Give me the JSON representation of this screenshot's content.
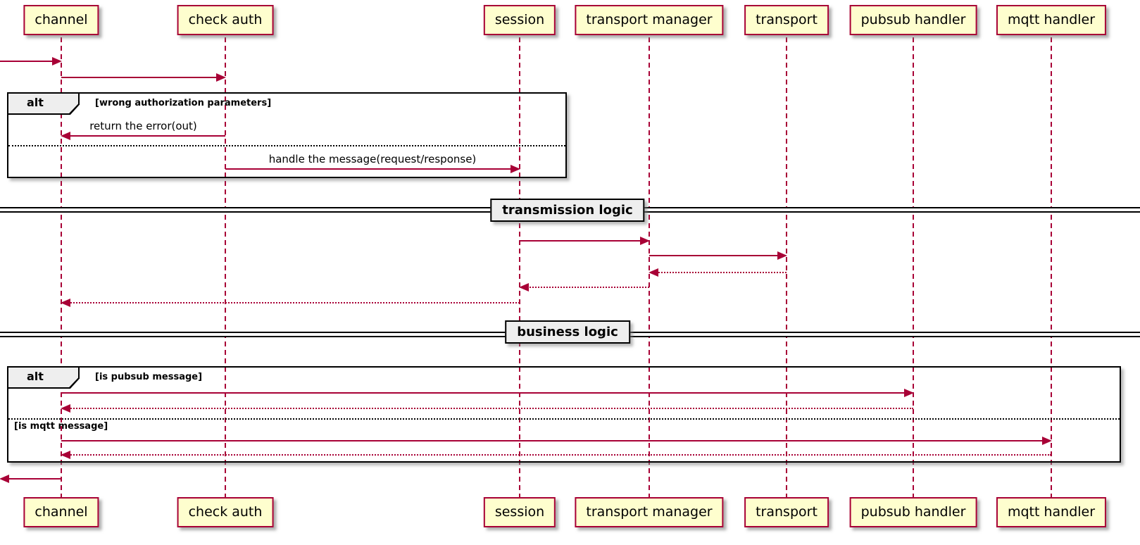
{
  "diagram_type": "uml-sequence-diagram",
  "participants": [
    {
      "id": "channel",
      "label": "channel"
    },
    {
      "id": "check-auth",
      "label": "check auth"
    },
    {
      "id": "session",
      "label": "session"
    },
    {
      "id": "transport-manager",
      "label": "transport manager"
    },
    {
      "id": "transport",
      "label": "transport"
    },
    {
      "id": "pubsub-handler",
      "label": "pubsub handler"
    },
    {
      "id": "mqtt-handler",
      "label": "mqtt handler"
    }
  ],
  "fragments": {
    "auth_alt": {
      "operator": "alt",
      "guard_wrong_auth": "[wrong authorization parameters]"
    },
    "business_alt": {
      "operator": "alt",
      "guard_pubsub": "[is pubsub message]",
      "guard_mqtt": "[is mqtt message]"
    }
  },
  "messages": {
    "return_error": "return the error(out)",
    "handle_message": "handle the message(request/response)"
  },
  "dividers": {
    "transmission": "transmission logic",
    "business": "business logic"
  },
  "arrows": [
    {
      "from": "(outside)",
      "to": "channel",
      "style": "solid",
      "label": ""
    },
    {
      "from": "channel",
      "to": "check auth",
      "style": "solid",
      "label": ""
    },
    {
      "from": "check auth",
      "to": "channel",
      "style": "solid",
      "label": "return the error(out)"
    },
    {
      "from": "check auth",
      "to": "session",
      "style": "solid",
      "label": "handle the message(request/response)"
    },
    {
      "from": "session",
      "to": "transport manager",
      "style": "solid",
      "label": ""
    },
    {
      "from": "transport manager",
      "to": "transport",
      "style": "solid",
      "label": ""
    },
    {
      "from": "transport",
      "to": "transport manager",
      "style": "dotted",
      "label": ""
    },
    {
      "from": "transport manager",
      "to": "session",
      "style": "dotted",
      "label": ""
    },
    {
      "from": "session",
      "to": "channel",
      "style": "dotted",
      "label": ""
    },
    {
      "from": "channel",
      "to": "pubsub handler",
      "style": "solid",
      "label": ""
    },
    {
      "from": "pubsub handler",
      "to": "channel",
      "style": "dotted",
      "label": ""
    },
    {
      "from": "channel",
      "to": "mqtt handler",
      "style": "solid",
      "label": ""
    },
    {
      "from": "mqtt handler",
      "to": "channel",
      "style": "dotted",
      "label": ""
    },
    {
      "from": "channel",
      "to": "(outside)",
      "style": "solid",
      "label": ""
    }
  ],
  "colors": {
    "participant_fill": "#FEFECE",
    "participant_border": "#A80036",
    "arrow": "#A80036",
    "lifeline": "#A80036",
    "frame_border": "#000000",
    "fragment_label_fill": "#EEEEEE",
    "divider_label_fill": "#EEEEEE",
    "background": "#FFFFFF"
  }
}
